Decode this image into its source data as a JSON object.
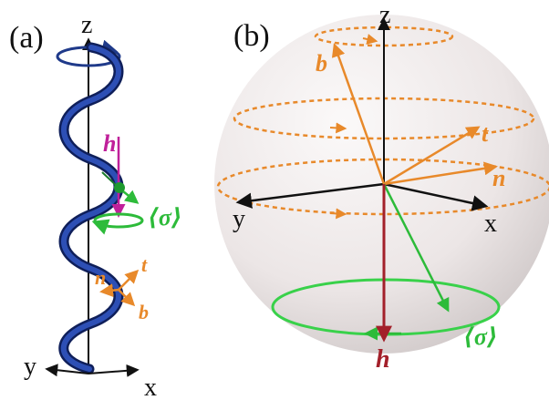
{
  "panel_a": {
    "label": "(a)",
    "axis_z": "z",
    "axis_y": "y",
    "axis_x": "x",
    "h_label": "h",
    "sigma_label": "⟨σ⟩",
    "t_label": "t",
    "n_label": "n",
    "b_label": "b"
  },
  "panel_b": {
    "label": "(b)",
    "axis_z": "z",
    "axis_y": "y",
    "axis_x": "x",
    "b_label": "b",
    "t_label": "t",
    "n_label": "n",
    "h_label": "h",
    "sigma_label": "⟨σ⟩"
  },
  "colors": {
    "helix": "#1f3a8a",
    "h_vector_a": "#c0209a",
    "sigma": "#2dbb3a",
    "frame_orange": "#e8892a",
    "h_vector_b": "#a3202a",
    "axes": "#111111",
    "sphere": "#ece7e7"
  }
}
